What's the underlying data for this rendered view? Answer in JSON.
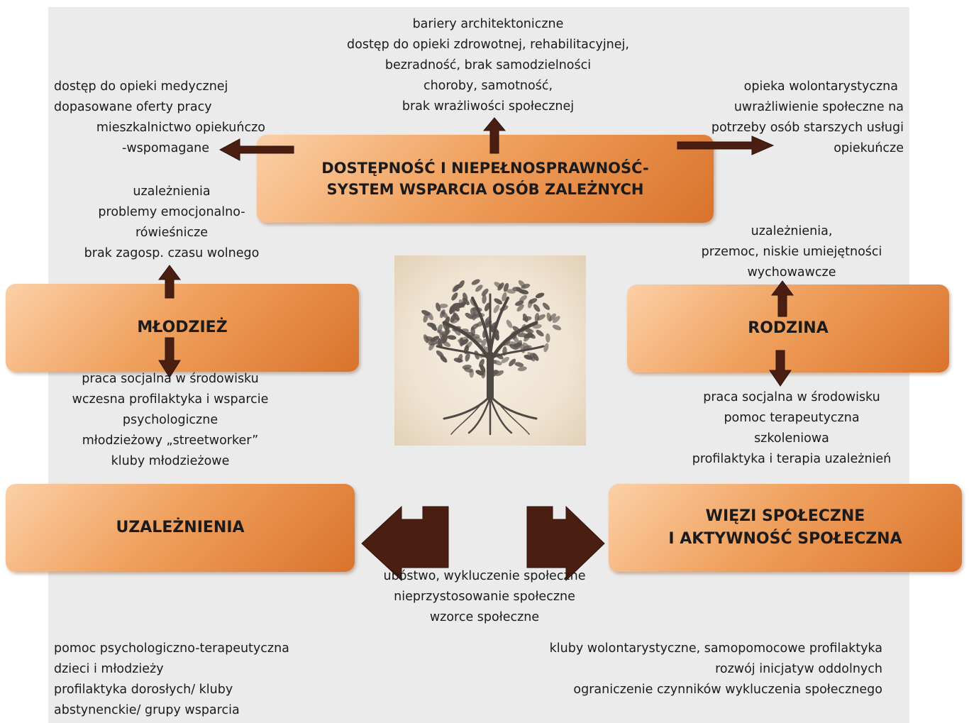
{
  "boxes": {
    "main": {
      "lines": [
        "DOSTĘPNOŚĆ I NIEPEŁNOSPRAWNOŚĆ-",
        "SYSTEM WSPARCIA OSÓB ZALEŻNYCH"
      ]
    },
    "youth": {
      "lines": [
        "MŁODZIEŻ"
      ]
    },
    "family": {
      "lines": [
        "RODZINA"
      ]
    },
    "addictions": {
      "lines": [
        "UZALEŻNIENIA"
      ]
    },
    "social": {
      "lines": [
        "WIĘZI SPOŁECZNE",
        "I AKTYWNOŚĆ SPOŁECZNA"
      ]
    }
  },
  "texts": {
    "top_center": [
      "bariery architektoniczne",
      "dostęp do opieki zdrowotnej, rehabilitacyjnej,",
      "bezradność, brak samodzielności",
      "choroby, samotność,",
      "brak wrażliwości społecznej"
    ],
    "top_left": [
      "dostęp do opieki medycznej",
      "dopasowane oferty pracy",
      "mieszkalnictwo opiekuńczo",
      "-wspomagane"
    ],
    "top_right": [
      "opieka wolontarystyczna",
      "uwrażliwienie społeczne na",
      "potrzeby osób starszych usługi",
      "opiekuńcze"
    ],
    "youth_problems": [
      "uzależnienia",
      "problemy emocjonalno-",
      "rówieśnicze",
      "brak zagosp. czasu wolnego"
    ],
    "youth_support": [
      "praca socjalna w środowisku",
      "wczesna profilaktyka i wsparcie",
      "psychologiczne",
      "młodzieżowy „streetworker”",
      "kluby młodzieżowe"
    ],
    "family_problems": [
      "uzależnienia,",
      "przemoc, niskie umiejętności",
      "wychowawcze"
    ],
    "family_support": [
      "praca socjalna w środowisku",
      "pomoc terapeutyczna",
      "szkoleniowa",
      "profilaktyka i terapia uzależnień"
    ],
    "bottom_center": [
      "ubóstwo, wykluczenie społeczne",
      "nieprzystosowanie społeczne",
      "wzorce społeczne"
    ],
    "bottom_left": [
      "pomoc psychologiczno-terapeutyczna",
      "dzieci i młodzieży",
      "profilaktyka dorosłych/ kluby",
      "abstynenckie/ grupy wsparcia"
    ],
    "bottom_right": [
      "kluby wolontarystyczne, samopomocowe profilaktyka",
      "rozwój inicjatyw oddolnych",
      "ograniczenie czynników wykluczenia społecznego"
    ]
  },
  "colors": {
    "arrow": "#4a1f12",
    "box_light": "#fbd0a8",
    "box_dark": "#d9732c",
    "background": "#ebebeb"
  },
  "image": {
    "icon": "tree-of-life-icon"
  }
}
